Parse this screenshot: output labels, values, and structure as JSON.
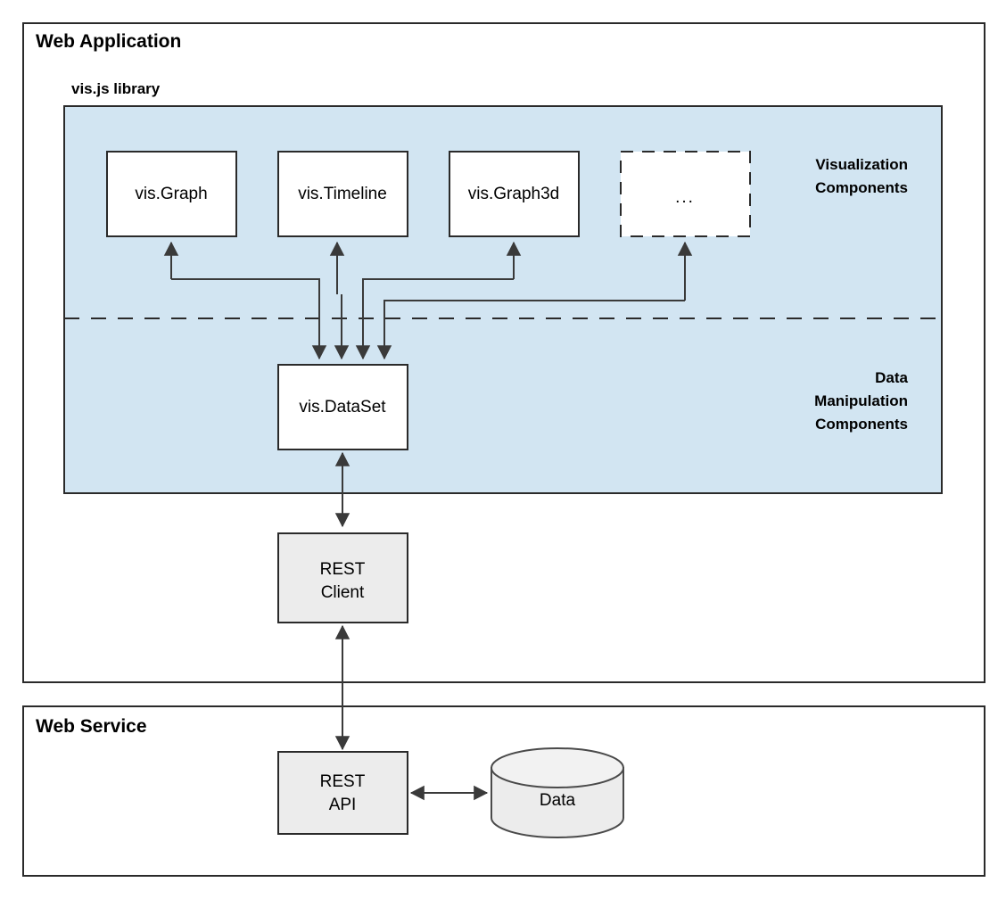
{
  "frames": [
    {
      "id": "web-application",
      "title": "Web Application"
    },
    {
      "id": "web-service",
      "title": "Web Service"
    }
  ],
  "library": {
    "title": "vis.js library",
    "zones": [
      {
        "id": "visualization",
        "line1": "Visualization",
        "line2": "Components",
        "line3": ""
      },
      {
        "id": "data-manipulation",
        "line1": "Data",
        "line2": "Manipulation",
        "line3": "Components"
      }
    ]
  },
  "nodes": {
    "vis_graph": "vis.Graph",
    "vis_timeline": "vis.Timeline",
    "vis_graph3d": "vis.Graph3d",
    "vis_more": "...",
    "vis_dataset": "vis.DataSet",
    "rest_client_line1": "REST",
    "rest_client_line2": "Client",
    "rest_api_line1": "REST",
    "rest_api_line2": "API",
    "data_store": "Data"
  },
  "colors": {
    "panel_fill": "#d2e5f2",
    "box_fill": "#ffffff",
    "gray_fill": "#ececec",
    "stroke": "#2a2a2a",
    "background": "#ffffff"
  }
}
